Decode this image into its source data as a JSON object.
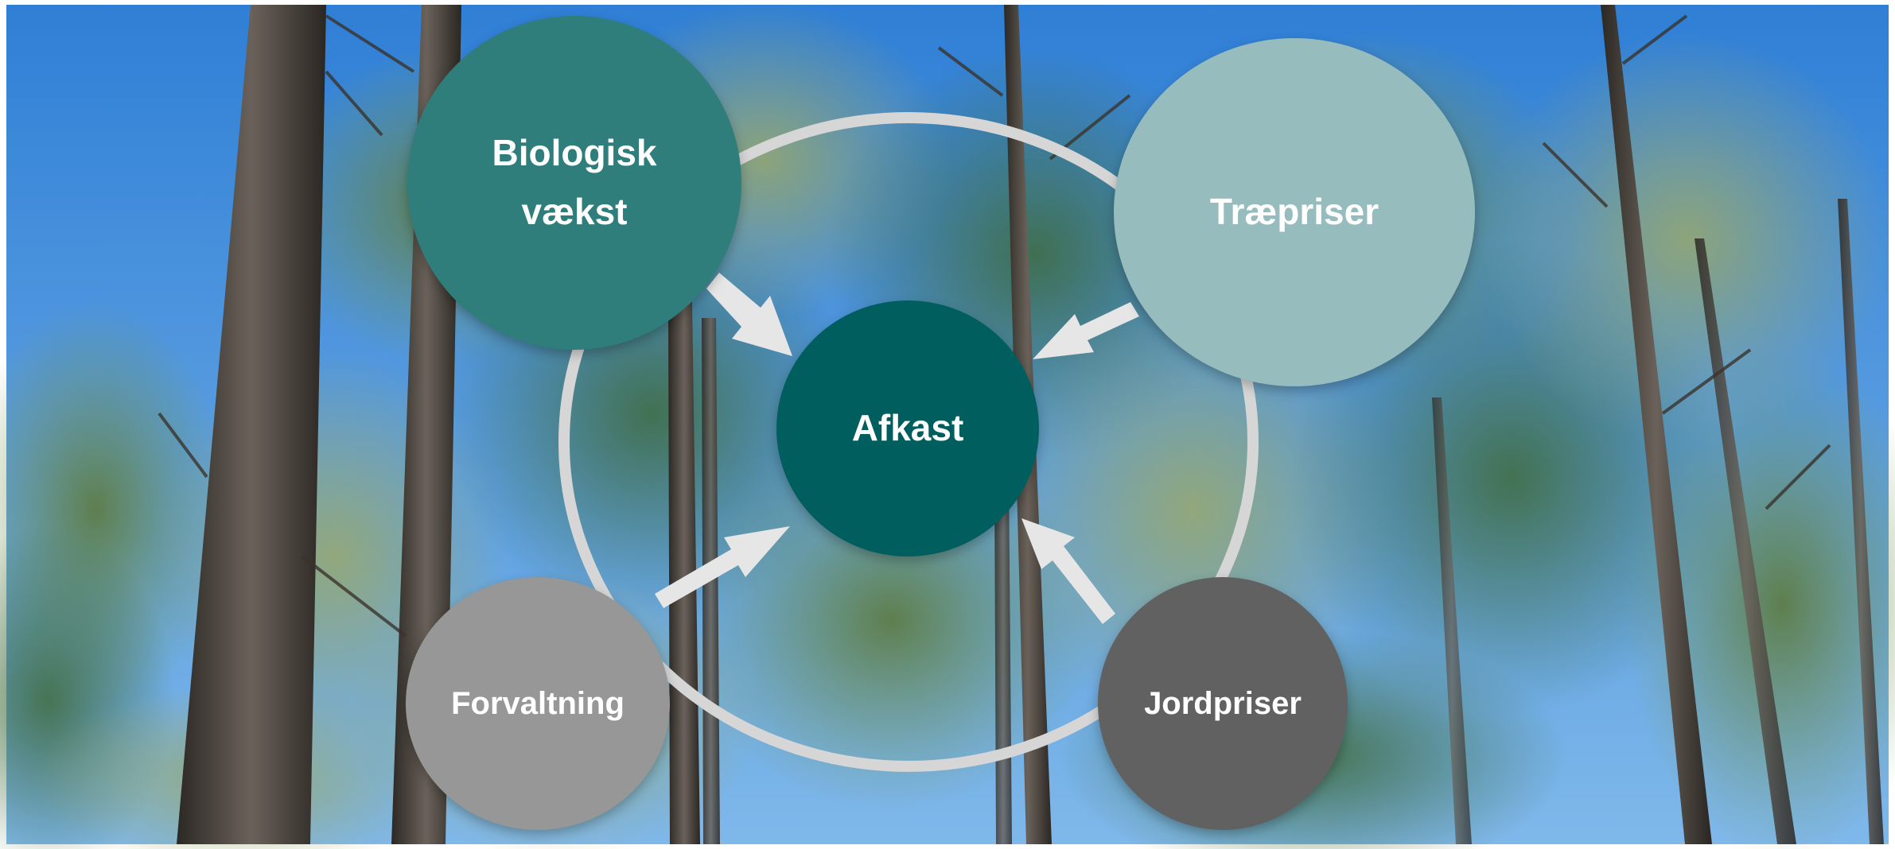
{
  "colors": {
    "sky": "#3d8fe0",
    "ring": "#d6d6d6",
    "arrows": "#e6e6e6",
    "biologisk": "#2f7e7c",
    "traepriser": "#96bcbd",
    "afkast": "#005e5e",
    "forvaltning": "#979797",
    "jordpriser": "#616161"
  },
  "diagram": {
    "center": {
      "label": "Afkast"
    },
    "nodes": [
      {
        "id": "biologisk",
        "lines": [
          "Biologisk",
          "vækst"
        ]
      },
      {
        "id": "traepriser",
        "lines": [
          "Træpriser"
        ]
      },
      {
        "id": "forvaltning",
        "lines": [
          "Forvaltning"
        ]
      },
      {
        "id": "jordpriser",
        "lines": [
          "Jordpriser"
        ]
      }
    ]
  }
}
